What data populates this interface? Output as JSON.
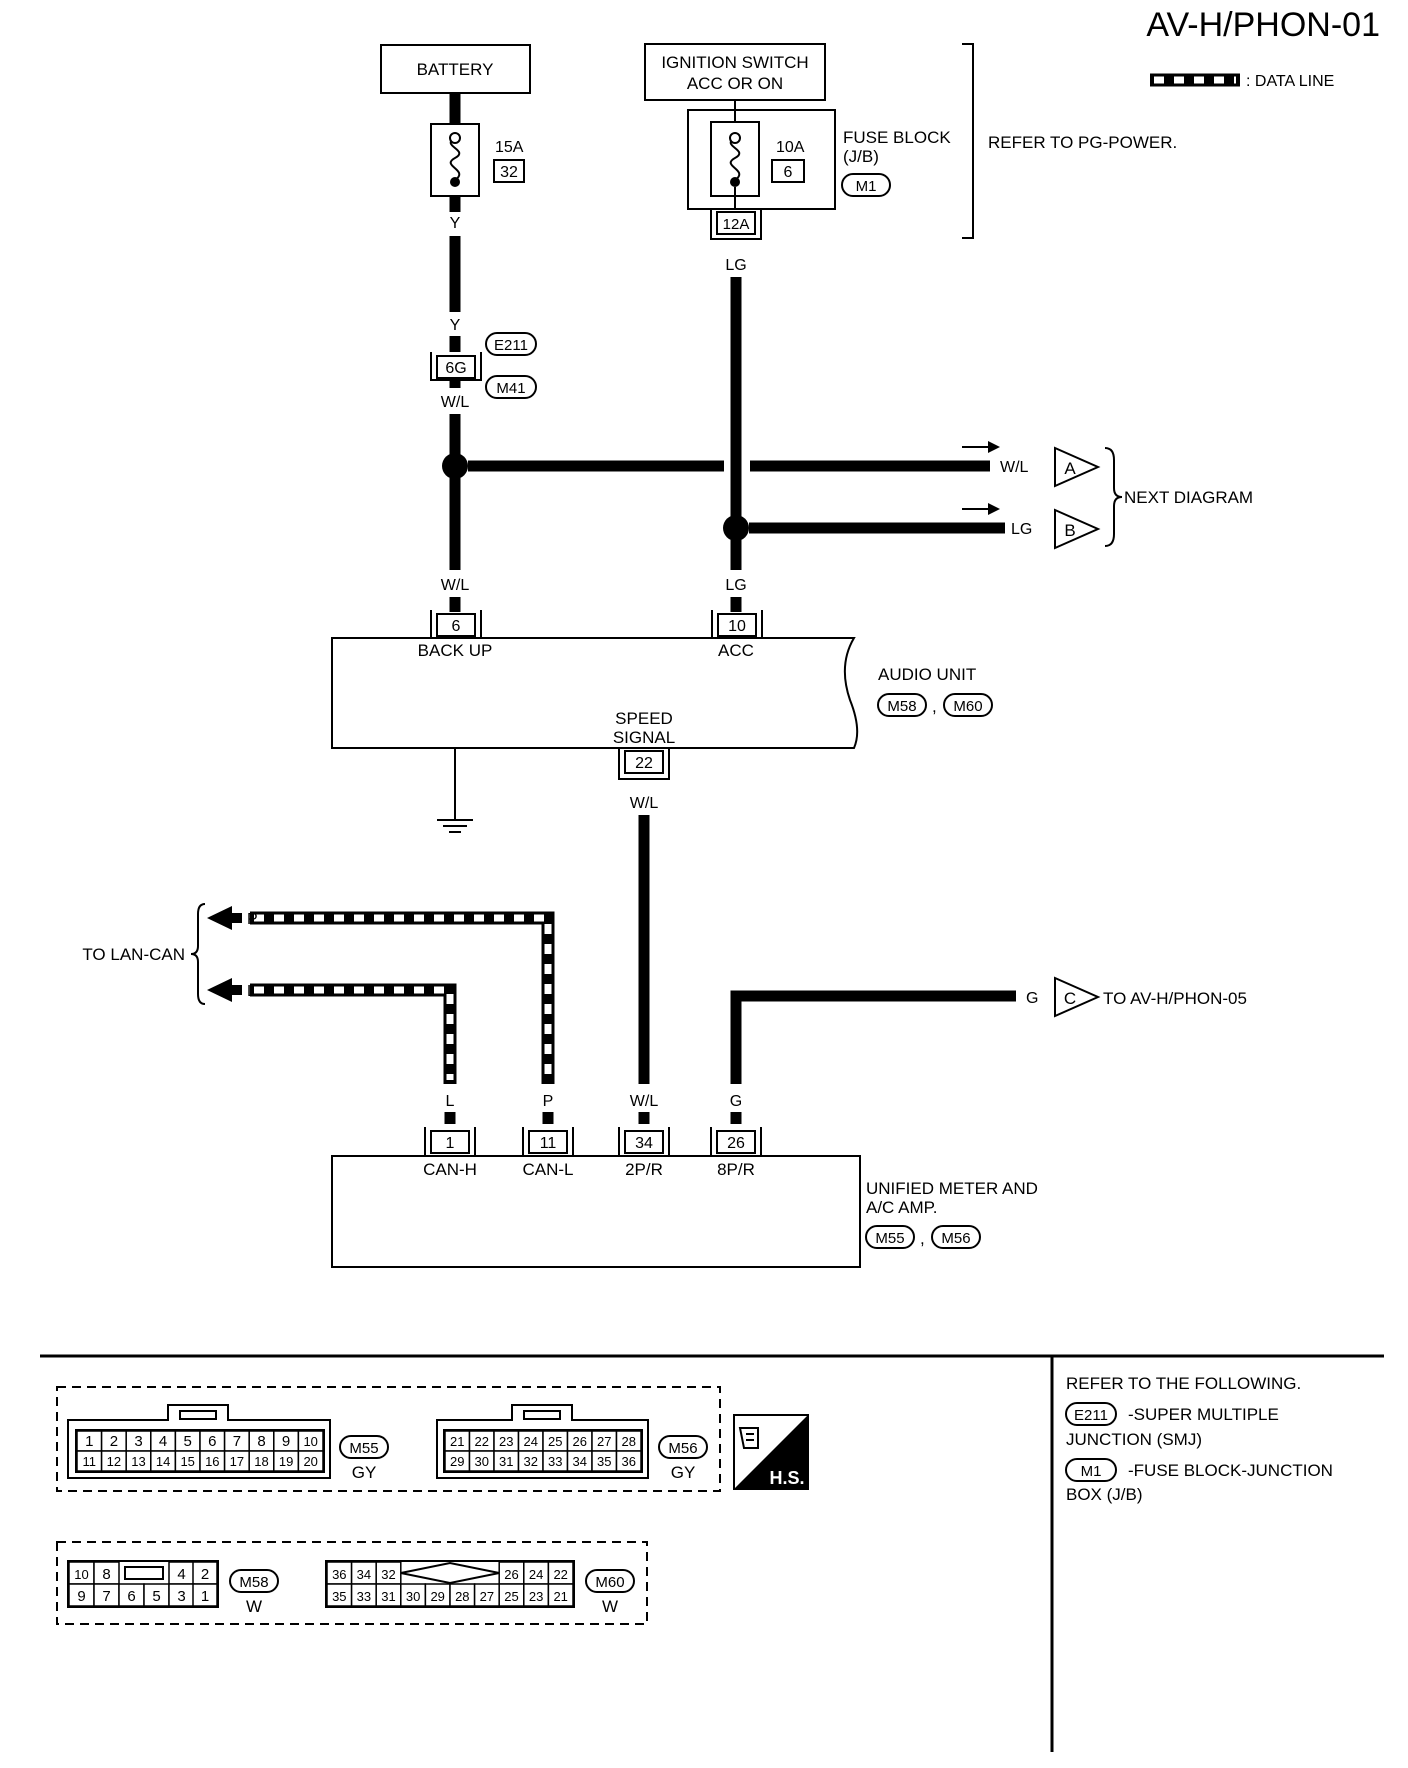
{
  "title": "AV-H/PHON-01",
  "legend": {
    "data_line": ": DATA LINE"
  },
  "battery": {
    "label": "BATTERY",
    "fuse_amp": "15A",
    "fuse_no": "32",
    "wire": "Y"
  },
  "ignition": {
    "label_line1": "IGNITION SWITCH",
    "label_line2": "ACC OR ON",
    "fuse_amp": "10A",
    "fuse_no": "6",
    "fuse_block_line1": "FUSE BLOCK",
    "fuse_block_line2": "(J/B)",
    "fuse_block_conn": "M1",
    "terminal": "12A",
    "wire": "LG",
    "refer": "REFER TO PG-POWER."
  },
  "smj": {
    "conn1": "E211",
    "conn2": "M41",
    "terminal": "6G",
    "wire_in": "Y",
    "wire_out": "W/L"
  },
  "next_diagram": {
    "label": "NEXT DIAGRAM",
    "a": {
      "letter": "A",
      "wire": "W/L"
    },
    "b": {
      "letter": "B",
      "wire": "LG"
    }
  },
  "audio_unit": {
    "name": "AUDIO UNIT",
    "conn1": "M58",
    "conn2": "M60",
    "sep": ",",
    "backup": {
      "terminal": "6",
      "label": "BACK UP",
      "wire": "W/L"
    },
    "acc": {
      "terminal": "10",
      "label": "ACC",
      "wire": "LG"
    },
    "speed": {
      "terminal": "22",
      "label_line1": "SPEED",
      "label_line2": "SIGNAL",
      "wire": "W/L"
    }
  },
  "lan_can": {
    "label": "TO LAN-CAN",
    "p": "P",
    "l": "L"
  },
  "phon05": {
    "letter": "C",
    "wire": "G",
    "label": "TO AV-H/PHON-05"
  },
  "meter": {
    "name_line1": "UNIFIED METER AND",
    "name_line2": "A/C AMP.",
    "conn1": "M55",
    "conn2": "M56",
    "sep": ",",
    "pins": [
      {
        "terminal": "1",
        "label": "CAN-H",
        "wire": "L"
      },
      {
        "terminal": "11",
        "label": "CAN-L",
        "wire": "P"
      },
      {
        "terminal": "34",
        "label": "2P/R",
        "wire": "W/L"
      },
      {
        "terminal": "26",
        "label": "8P/R",
        "wire": "G"
      }
    ]
  },
  "connectors": {
    "m55": {
      "id": "M55",
      "color": "GY",
      "row1": [
        "1",
        "2",
        "3",
        "4",
        "5",
        "6",
        "7",
        "8",
        "9",
        "10"
      ],
      "row2": [
        "11",
        "12",
        "13",
        "14",
        "15",
        "16",
        "17",
        "18",
        "19",
        "20"
      ]
    },
    "m56": {
      "id": "M56",
      "color": "GY",
      "row1": [
        "21",
        "22",
        "23",
        "24",
        "25",
        "26",
        "27",
        "28"
      ],
      "row2": [
        "29",
        "30",
        "31",
        "32",
        "33",
        "34",
        "35",
        "36"
      ]
    },
    "m58": {
      "id": "M58",
      "color": "W",
      "row1": [
        "10",
        "8",
        "",
        "4",
        "2"
      ],
      "row2": [
        "9",
        "7",
        "6",
        "5",
        "3",
        "1"
      ]
    },
    "m60": {
      "id": "M60",
      "color": "W",
      "row1": [
        "36",
        "34",
        "32",
        "",
        "26",
        "24",
        "22"
      ],
      "row2": [
        "35",
        "33",
        "31",
        "30",
        "29",
        "28",
        "27",
        "25",
        "23",
        "21"
      ]
    },
    "hs_label": "H.S."
  },
  "refer_panel": {
    "heading": "REFER TO THE FOLLOWING.",
    "items": [
      {
        "conn": "E211",
        "line1": "-SUPER MULTIPLE",
        "line2": "JUNCTION (SMJ)"
      },
      {
        "conn": "M1",
        "line1": "-FUSE BLOCK-JUNCTION",
        "line2": "BOX (J/B)"
      }
    ]
  }
}
